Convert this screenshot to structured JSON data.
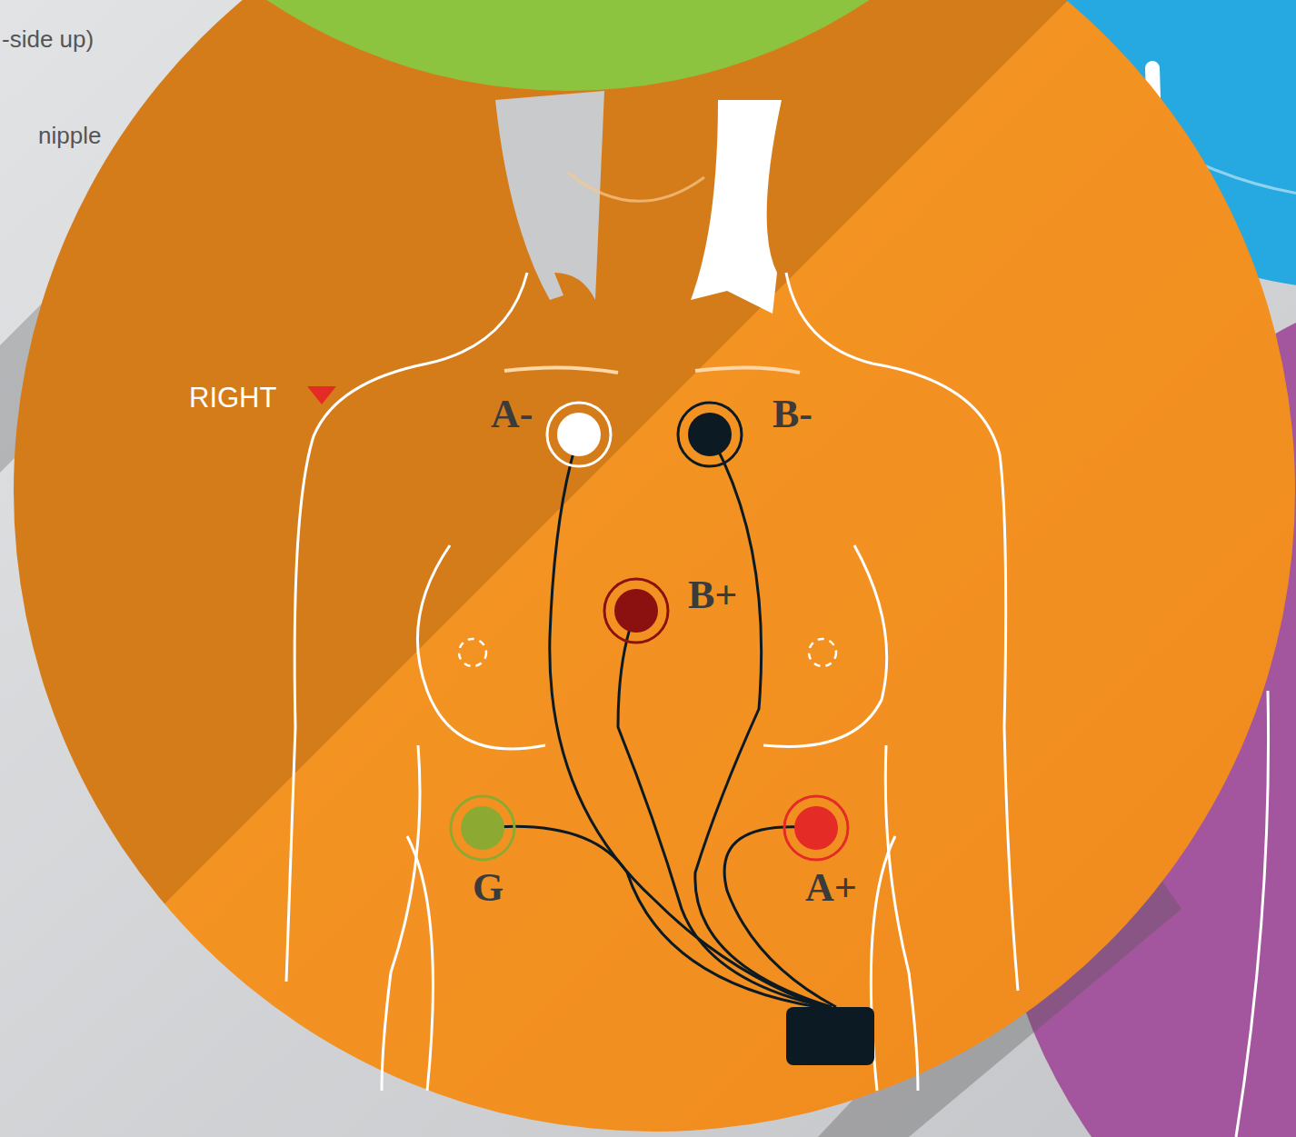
{
  "diagram": {
    "labels": [
      "-side up)",
      "nipple",
      "RIGHT",
      "A-",
      "B-",
      "B+",
      "G",
      "A+"
    ]
  }
}
